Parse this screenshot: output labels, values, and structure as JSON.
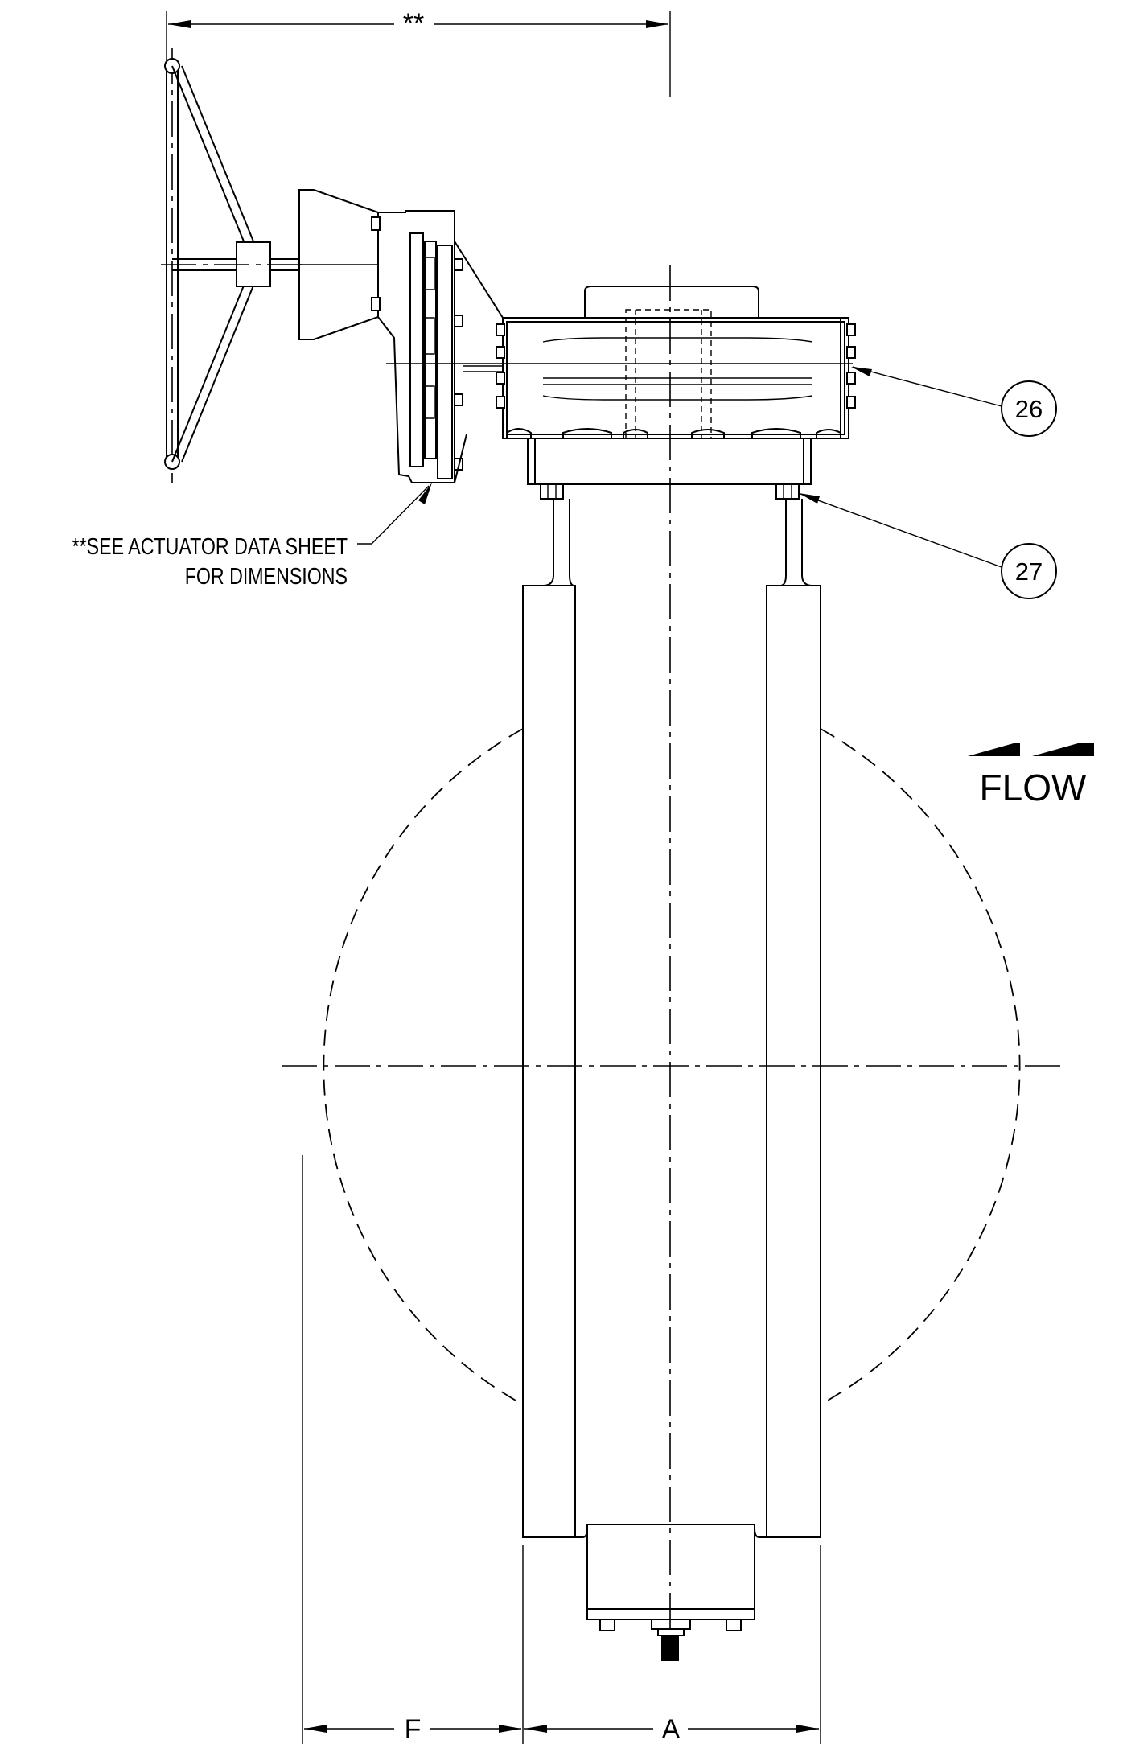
{
  "notes": {
    "actuator_line1": "**SEE ACTUATOR DATA SHEET",
    "actuator_line2": "FOR DIMENSIONS"
  },
  "dimensions": {
    "top": "**",
    "f": "F",
    "a": "A"
  },
  "flow_label": "FLOW",
  "balloons": {
    "b26": "26",
    "b27": "27"
  }
}
